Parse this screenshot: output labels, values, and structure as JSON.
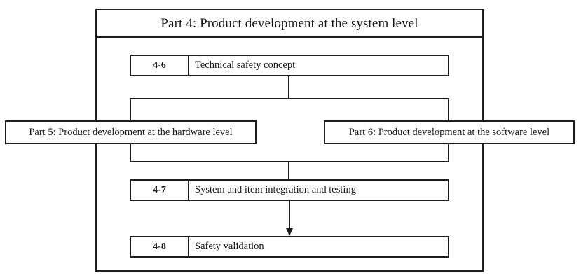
{
  "diagram": {
    "title": "Part 4: Product development at the system level",
    "clauses": [
      {
        "number": "4-6",
        "label": "Technical safety concept"
      },
      {
        "number": "4-7",
        "label": "System and item integration and testing"
      },
      {
        "number": "4-8",
        "label": "Safety validation"
      }
    ],
    "side_parts": [
      {
        "label": "Part 5: Product development at the hardware level"
      },
      {
        "label": "Part 6: Product development at the software level"
      }
    ],
    "colors": {
      "line": "#1f1f1f",
      "background": "#ffffff",
      "text": "#1a1a1a"
    }
  }
}
